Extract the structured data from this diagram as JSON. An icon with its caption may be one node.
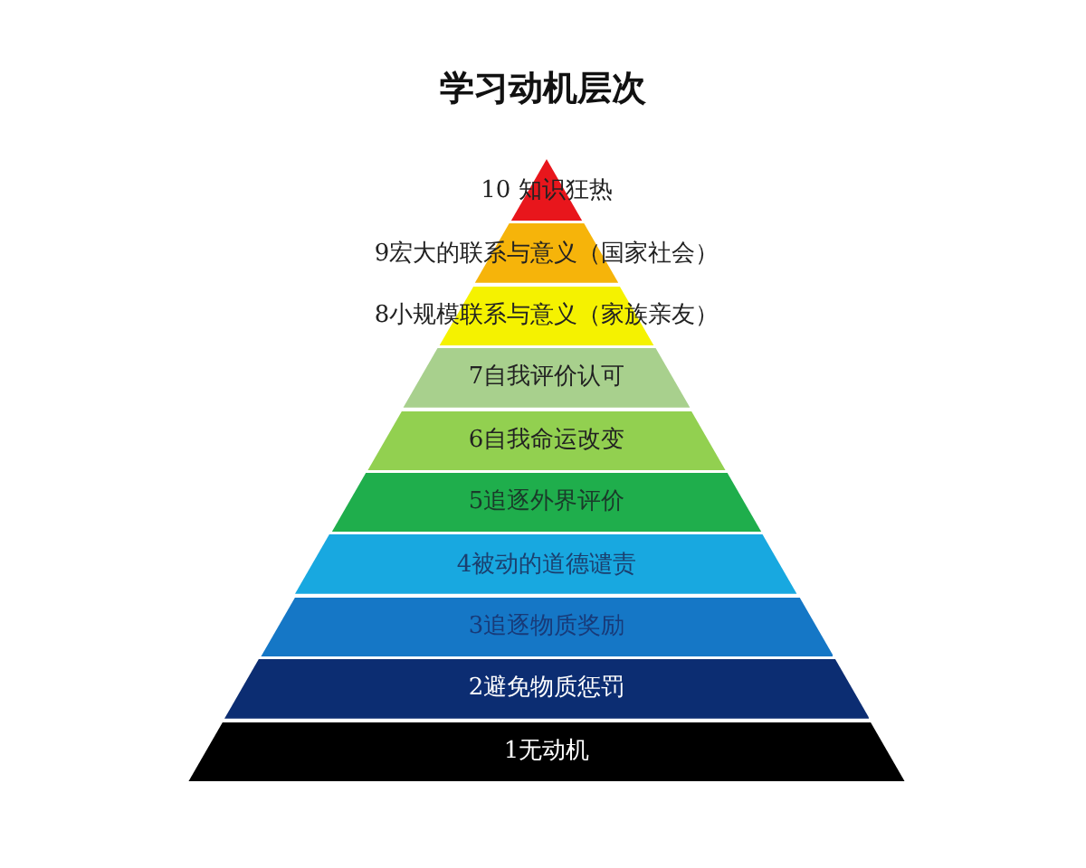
{
  "diagram": {
    "title": "学习动机层次",
    "nodes": [
      {
        "text": [
          "10 知识狂热"
        ]
      },
      {
        "text": [
          "9宏大的联系与意义（国家社会）"
        ]
      },
      {
        "text": [
          "8小规模联系与意义（家族亲友）"
        ]
      },
      {
        "text": [
          "7自我评价认可"
        ]
      },
      {
        "text": [
          "6自我命运改变"
        ]
      },
      {
        "text": [
          "5追逐外界评价"
        ]
      },
      {
        "text": [
          "4被动的道德谴责"
        ]
      },
      {
        "text": [
          "3追逐物质奖励"
        ]
      },
      {
        "text": [
          "2避免物质惩罚"
        ]
      },
      {
        "text": [
          "1无动机"
        ]
      }
    ]
  }
}
